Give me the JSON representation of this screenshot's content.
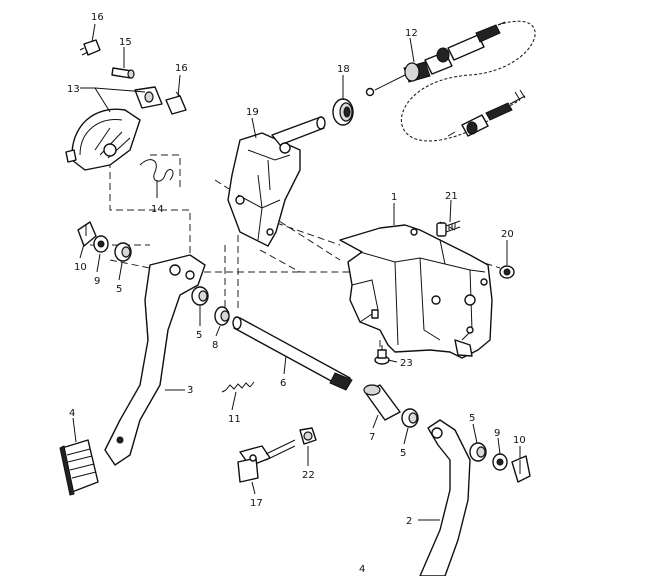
{
  "callouts": {
    "c16a": "16",
    "c15": "15",
    "c13": "13",
    "c16b": "16",
    "c14": "14",
    "c12": "12",
    "c18": "18",
    "c19": "19",
    "c1": "1",
    "c21": "21",
    "c20": "20",
    "c10a": "10",
    "c9a": "9",
    "c5a": "5",
    "c5b": "5",
    "c8": "8",
    "c3": "3",
    "c6": "6",
    "c23": "23",
    "c11": "11",
    "c4a": "4",
    "c7": "7",
    "c5c": "5",
    "c5d": "5",
    "c9b": "9",
    "c10b": "10",
    "c22": "22",
    "c17": "17",
    "c2": "2",
    "c4b": "4"
  }
}
